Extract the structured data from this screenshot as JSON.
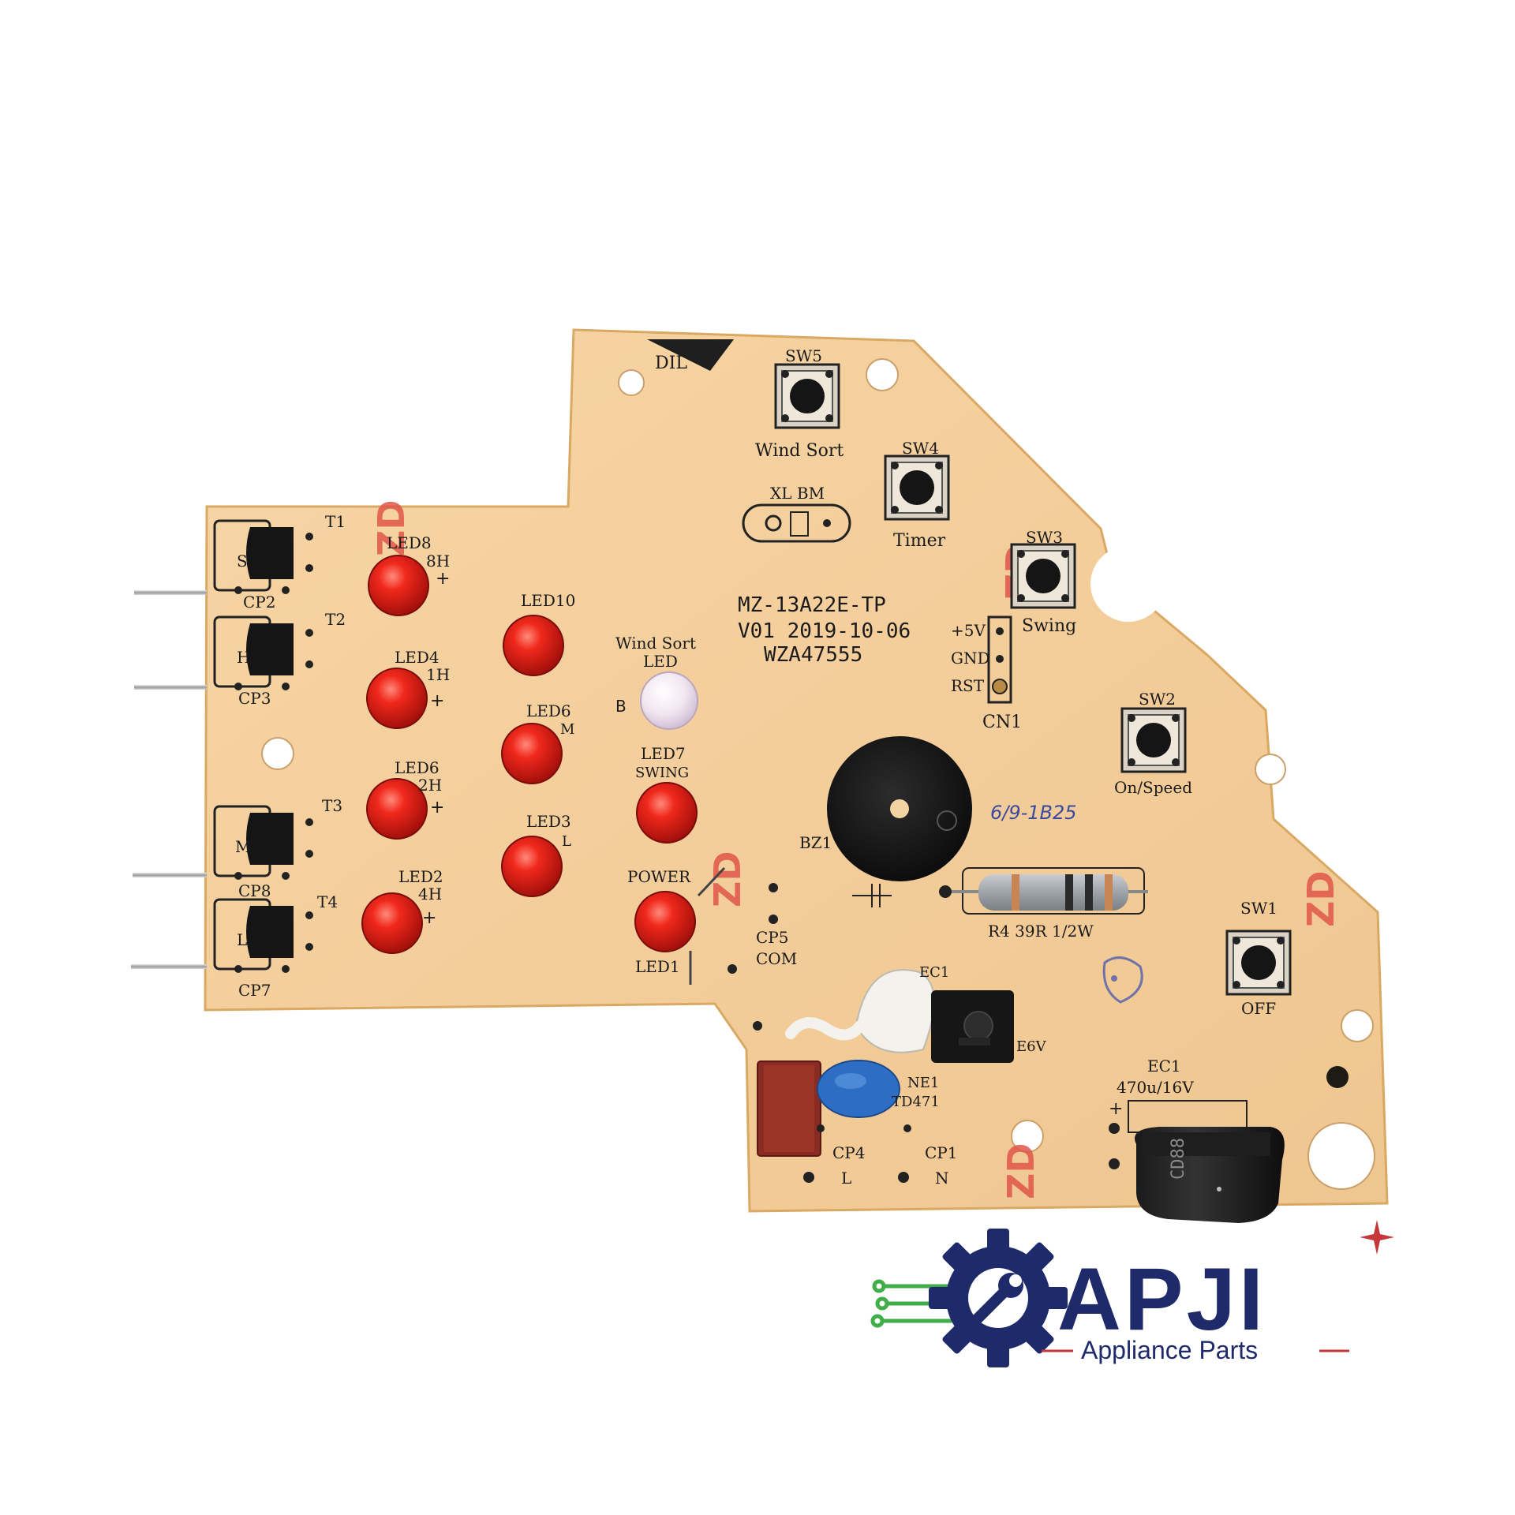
{
  "board": {
    "model": "MZ-13A22E-TP",
    "version": "V01  2019-10-06",
    "serial": "WZA47555",
    "corner_mark": "DIL",
    "handwritten": "6/9-1B25",
    "zd_mark": "ZD"
  },
  "buttons": [
    {
      "ref": "SW5",
      "label": "Wind Sort"
    },
    {
      "ref": "SW4",
      "label": "Timer"
    },
    {
      "ref": "SW3",
      "label": "Swing"
    },
    {
      "ref": "SW2",
      "label": "On/Speed"
    },
    {
      "ref": "SW1",
      "label": "OFF"
    }
  ],
  "leds": [
    {
      "ref": "LED8",
      "note": "8H"
    },
    {
      "ref": "LED4",
      "note": "1H"
    },
    {
      "ref": "LED6",
      "note": "2H"
    },
    {
      "ref": "LED2",
      "note": "4H"
    },
    {
      "ref": "LED10",
      "note": ""
    },
    {
      "ref": "LED6",
      "note": "M"
    },
    {
      "ref": "LED3",
      "note": "L"
    },
    {
      "ref": "LED7",
      "note": "SWING"
    },
    {
      "ref": "POWER",
      "note": "LED1"
    }
  ],
  "wind_led": {
    "title": "Wind Sort",
    "ref": "LED"
  },
  "triacs": [
    {
      "ref": "T1",
      "cp": "CP2",
      "letter": "S"
    },
    {
      "ref": "T2",
      "cp": "CP3",
      "letter": "H"
    },
    {
      "ref": "T3",
      "cp": "CP8",
      "letter": "M"
    },
    {
      "ref": "T4",
      "cp": "CP7",
      "letter": "L"
    }
  ],
  "connector": {
    "ref": "CN1",
    "pins": [
      "+5V",
      "GND",
      "RST"
    ]
  },
  "jumper": {
    "label": "XL BM"
  },
  "buzzer": {
    "ref": "BZ1"
  },
  "resistor": {
    "label": "R4  39R  1/2W"
  },
  "capacitor": {
    "ref": "EC1",
    "rating": "470u/16V",
    "plus": "+"
  },
  "terminals": {
    "cp5": "CP5",
    "com": "COM",
    "cp4": "CP4",
    "l": "L",
    "cp1": "CP1",
    "n": "N"
  },
  "misc": {
    "e6v": "E6V",
    "ec1_top": "EC1",
    "ne": "NE1",
    "td": "TD471"
  },
  "logo": {
    "word": "APJI",
    "tagline": "Appliance Parts",
    "colors": {
      "navy": "#1f2a6b",
      "green": "#3fae49",
      "red": "#c5373a"
    }
  }
}
